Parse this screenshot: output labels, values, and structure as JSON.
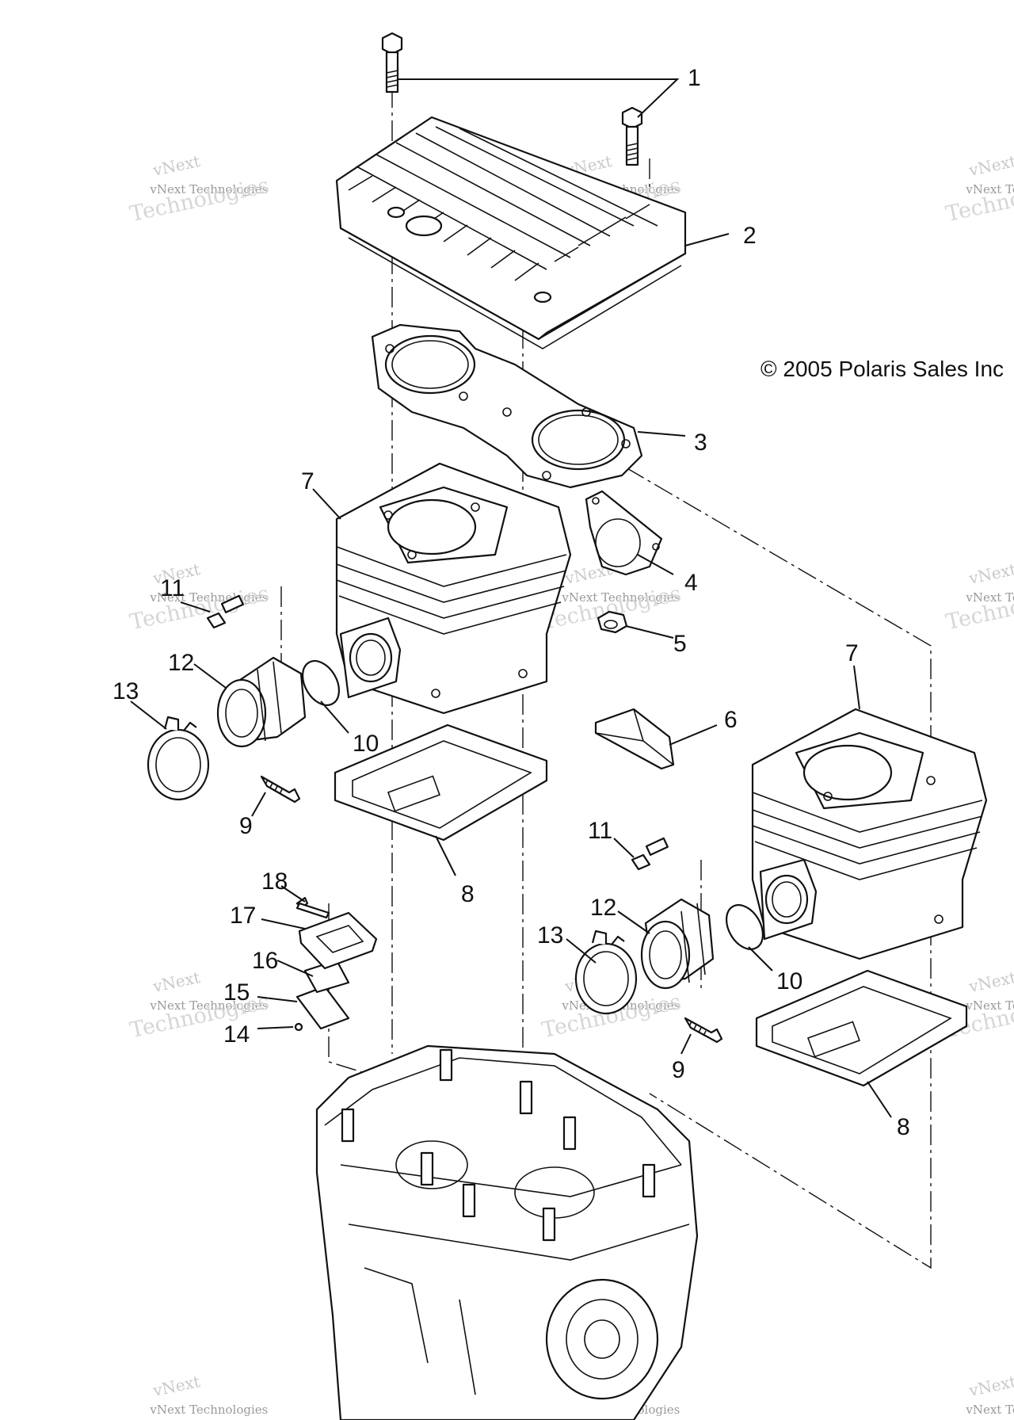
{
  "copyright": "© 2005 Polaris Sales Inc",
  "watermark": {
    "line1": "vNext",
    "line2": "vNext Technologies",
    "line3": "Technologies"
  },
  "callouts": [
    {
      "id": "c1",
      "label": "1"
    },
    {
      "id": "c2",
      "label": "2"
    },
    {
      "id": "c3",
      "label": "3"
    },
    {
      "id": "c4",
      "label": "4"
    },
    {
      "id": "c5",
      "label": "5"
    },
    {
      "id": "c6",
      "label": "6"
    },
    {
      "id": "c7a",
      "label": "7"
    },
    {
      "id": "c7b",
      "label": "7"
    },
    {
      "id": "c8a",
      "label": "8"
    },
    {
      "id": "c8b",
      "label": "8"
    },
    {
      "id": "c9a",
      "label": "9"
    },
    {
      "id": "c9b",
      "label": "9"
    },
    {
      "id": "c10a",
      "label": "10"
    },
    {
      "id": "c10b",
      "label": "10"
    },
    {
      "id": "c11a",
      "label": "11"
    },
    {
      "id": "c11b",
      "label": "11"
    },
    {
      "id": "c12a",
      "label": "12"
    },
    {
      "id": "c12b",
      "label": "12"
    },
    {
      "id": "c13a",
      "label": "13"
    },
    {
      "id": "c13b",
      "label": "13"
    },
    {
      "id": "c14",
      "label": "14"
    },
    {
      "id": "c15",
      "label": "15"
    },
    {
      "id": "c16",
      "label": "16"
    },
    {
      "id": "c17",
      "label": "17"
    },
    {
      "id": "c18",
      "label": "18"
    }
  ],
  "colors": {
    "line": "#111111",
    "background": "#ffffff",
    "watermark": "#c9c9c9"
  }
}
